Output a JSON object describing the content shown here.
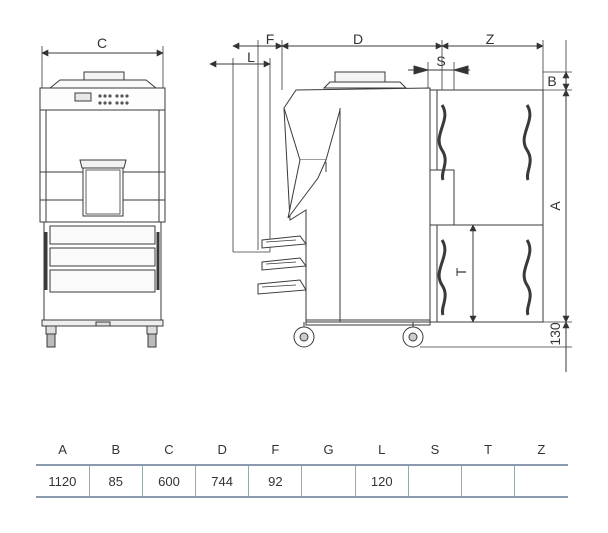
{
  "labels": {
    "C": "C",
    "L": "L",
    "F": "F",
    "D": "D",
    "Z": "Z",
    "S": "S",
    "B": "B",
    "A": "A",
    "T": "T",
    "h130": "130"
  },
  "table": {
    "headers": [
      "A",
      "B",
      "C",
      "D",
      "F",
      "G",
      "L",
      "S",
      "T",
      "Z"
    ],
    "values": [
      "1120",
      "85",
      "600",
      "744",
      "92",
      "",
      "120",
      "",
      "",
      ""
    ]
  },
  "colors": {
    "line": "#3a3a3a",
    "table_rule": "#8a9bb0"
  }
}
